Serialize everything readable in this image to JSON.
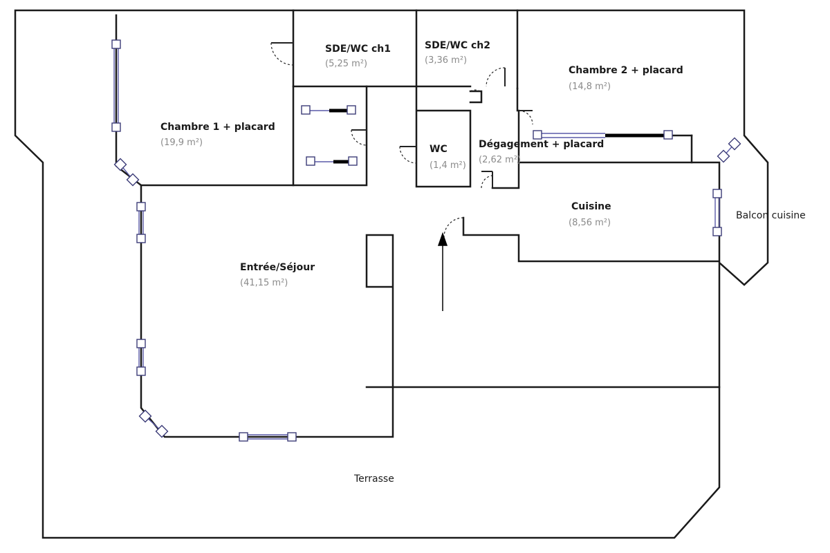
{
  "rooms": {
    "chambre1": {
      "name": "Chambre 1 + placard",
      "area": "(19,9 m²)"
    },
    "sde_ch1": {
      "name": "SDE/WC ch1",
      "area": "(5,25 m²)"
    },
    "sde_ch2": {
      "name": "SDE/WC ch2",
      "area": "(3,36 m²)"
    },
    "chambre2": {
      "name": "Chambre 2 + placard",
      "area": "(14,8 m²)"
    },
    "wc": {
      "name": "WC",
      "area": "(1,4 m²)"
    },
    "degagement": {
      "name": "Dégagement + placard",
      "area": "(2,62 m²)"
    },
    "cuisine": {
      "name": "Cuisine",
      "area": "(8,56 m²)"
    },
    "sejour": {
      "name": "Entrée/Séjour",
      "area": "(41,15 m²)"
    }
  },
  "exterior": {
    "balcon": "Balcon cuisine",
    "terrasse": "Terrasse"
  },
  "colors": {
    "wall": "#1a1a1a",
    "window": "#5a5aa8",
    "area_text": "#8a8a8a"
  }
}
